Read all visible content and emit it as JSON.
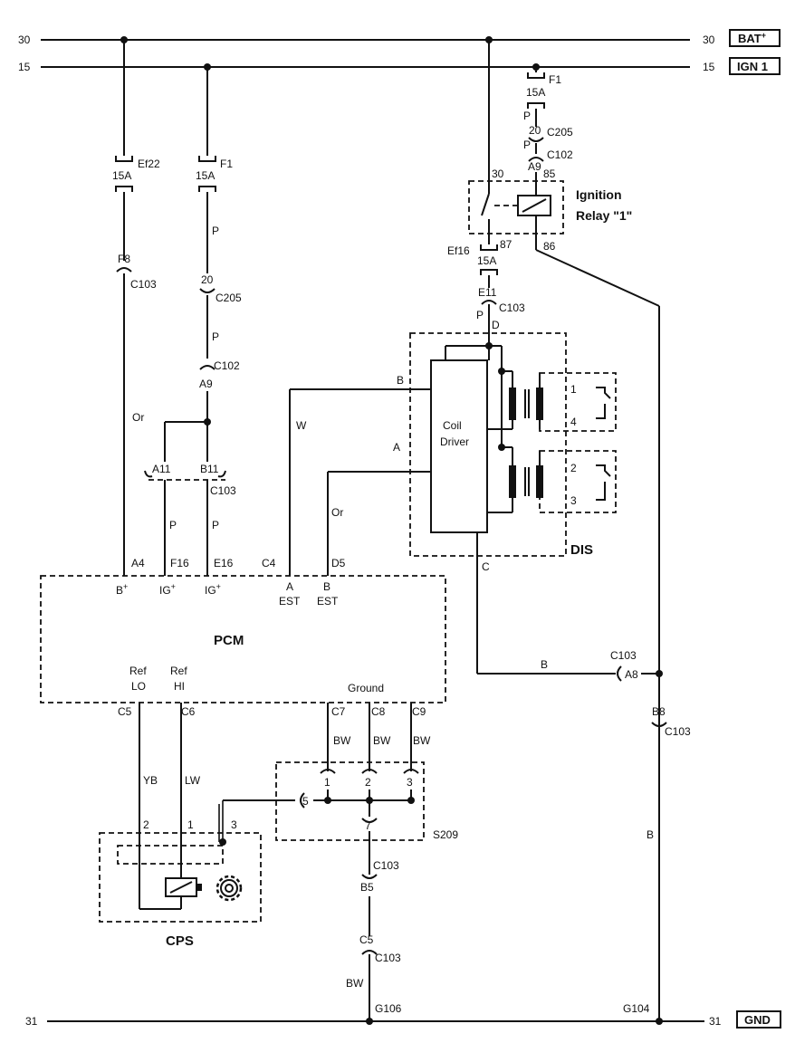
{
  "rails": {
    "bat_left": "30",
    "bat_right": "30",
    "bat_label": "BAT",
    "ign_left": "15",
    "ign_right": "15",
    "ign_label": "IGN 1",
    "gnd_left": "31",
    "gnd_right": "31",
    "gnd_label": "GND"
  },
  "fuses": {
    "ef22": {
      "name": "Ef22",
      "rating": "15A"
    },
    "f1_left": {
      "name": "F1",
      "rating": "15A"
    },
    "f1_right": {
      "name": "F1",
      "rating": "15A"
    },
    "ef16": {
      "name": "Ef16",
      "rating": "15A"
    }
  },
  "relay": {
    "title_line1": "Ignition",
    "title_line2": "Relay \"1\"",
    "pin30": "30",
    "pin85": "85",
    "pin87": "87",
    "pin86": "86"
  },
  "connectors": {
    "f8": "F8",
    "c103_a": "C103",
    "pin20": "20",
    "c205": "C205",
    "a9": "A9",
    "c102": "C102",
    "a11": "A11",
    "b11": "B11",
    "c103_b": "C103",
    "e11": "E11",
    "c103_e": "C103",
    "d": "D",
    "a8_conn": "C103",
    "a8": "A8",
    "b8": "B8",
    "c103_b8": "C103",
    "b5": "B5",
    "c103_b5": "C103",
    "c5b": "C5",
    "c103_c5": "C103",
    "rt_pin20": "20",
    "rt_c205": "C205",
    "rt_c102": "C102",
    "rt_a9": "A9"
  },
  "wire_colors": {
    "p1": "P",
    "p2": "P",
    "p3": "P",
    "p4": "P",
    "p5": "P",
    "p6": "P",
    "p7": "P",
    "or1": "Or",
    "or2": "Or",
    "w": "W",
    "yb": "YB",
    "lw": "LW",
    "bw1": "BW",
    "bw2": "BW",
    "bw3": "BW",
    "bw4": "BW",
    "b1": "B",
    "b2": "B",
    "b3": "B",
    "a": "A",
    "c": "C"
  },
  "dis": {
    "label": "DIS",
    "driver_line1": "Coil",
    "driver_line2": "Driver",
    "pin1": "1",
    "pin4": "4",
    "pin2": "2",
    "pin3": "3"
  },
  "pcm": {
    "label": "PCM",
    "pins_top": [
      "A4",
      "F16",
      "E16",
      "C4",
      "D5"
    ],
    "b_plus": "B",
    "ig_plus1": "IG",
    "ig_plus2": "IG",
    "a_est_1": "A",
    "a_est_2": "EST",
    "b_est_1": "B",
    "b_est_2": "EST",
    "ref_lo_1": "Ref",
    "ref_lo_2": "LO",
    "ref_hi_1": "Ref",
    "ref_hi_2": "HI",
    "ground": "Ground",
    "pins_bottom": [
      "C5",
      "C6",
      "C7",
      "C8",
      "C9"
    ]
  },
  "splice": {
    "label": "S209",
    "p1": "1",
    "p2": "2",
    "p3": "3",
    "p5": "5",
    "p7": "7"
  },
  "cps": {
    "label": "CPS",
    "pin2": "2",
    "pin1": "1",
    "pin3": "3"
  },
  "grounds": {
    "g106": "G106",
    "g104": "G104"
  }
}
